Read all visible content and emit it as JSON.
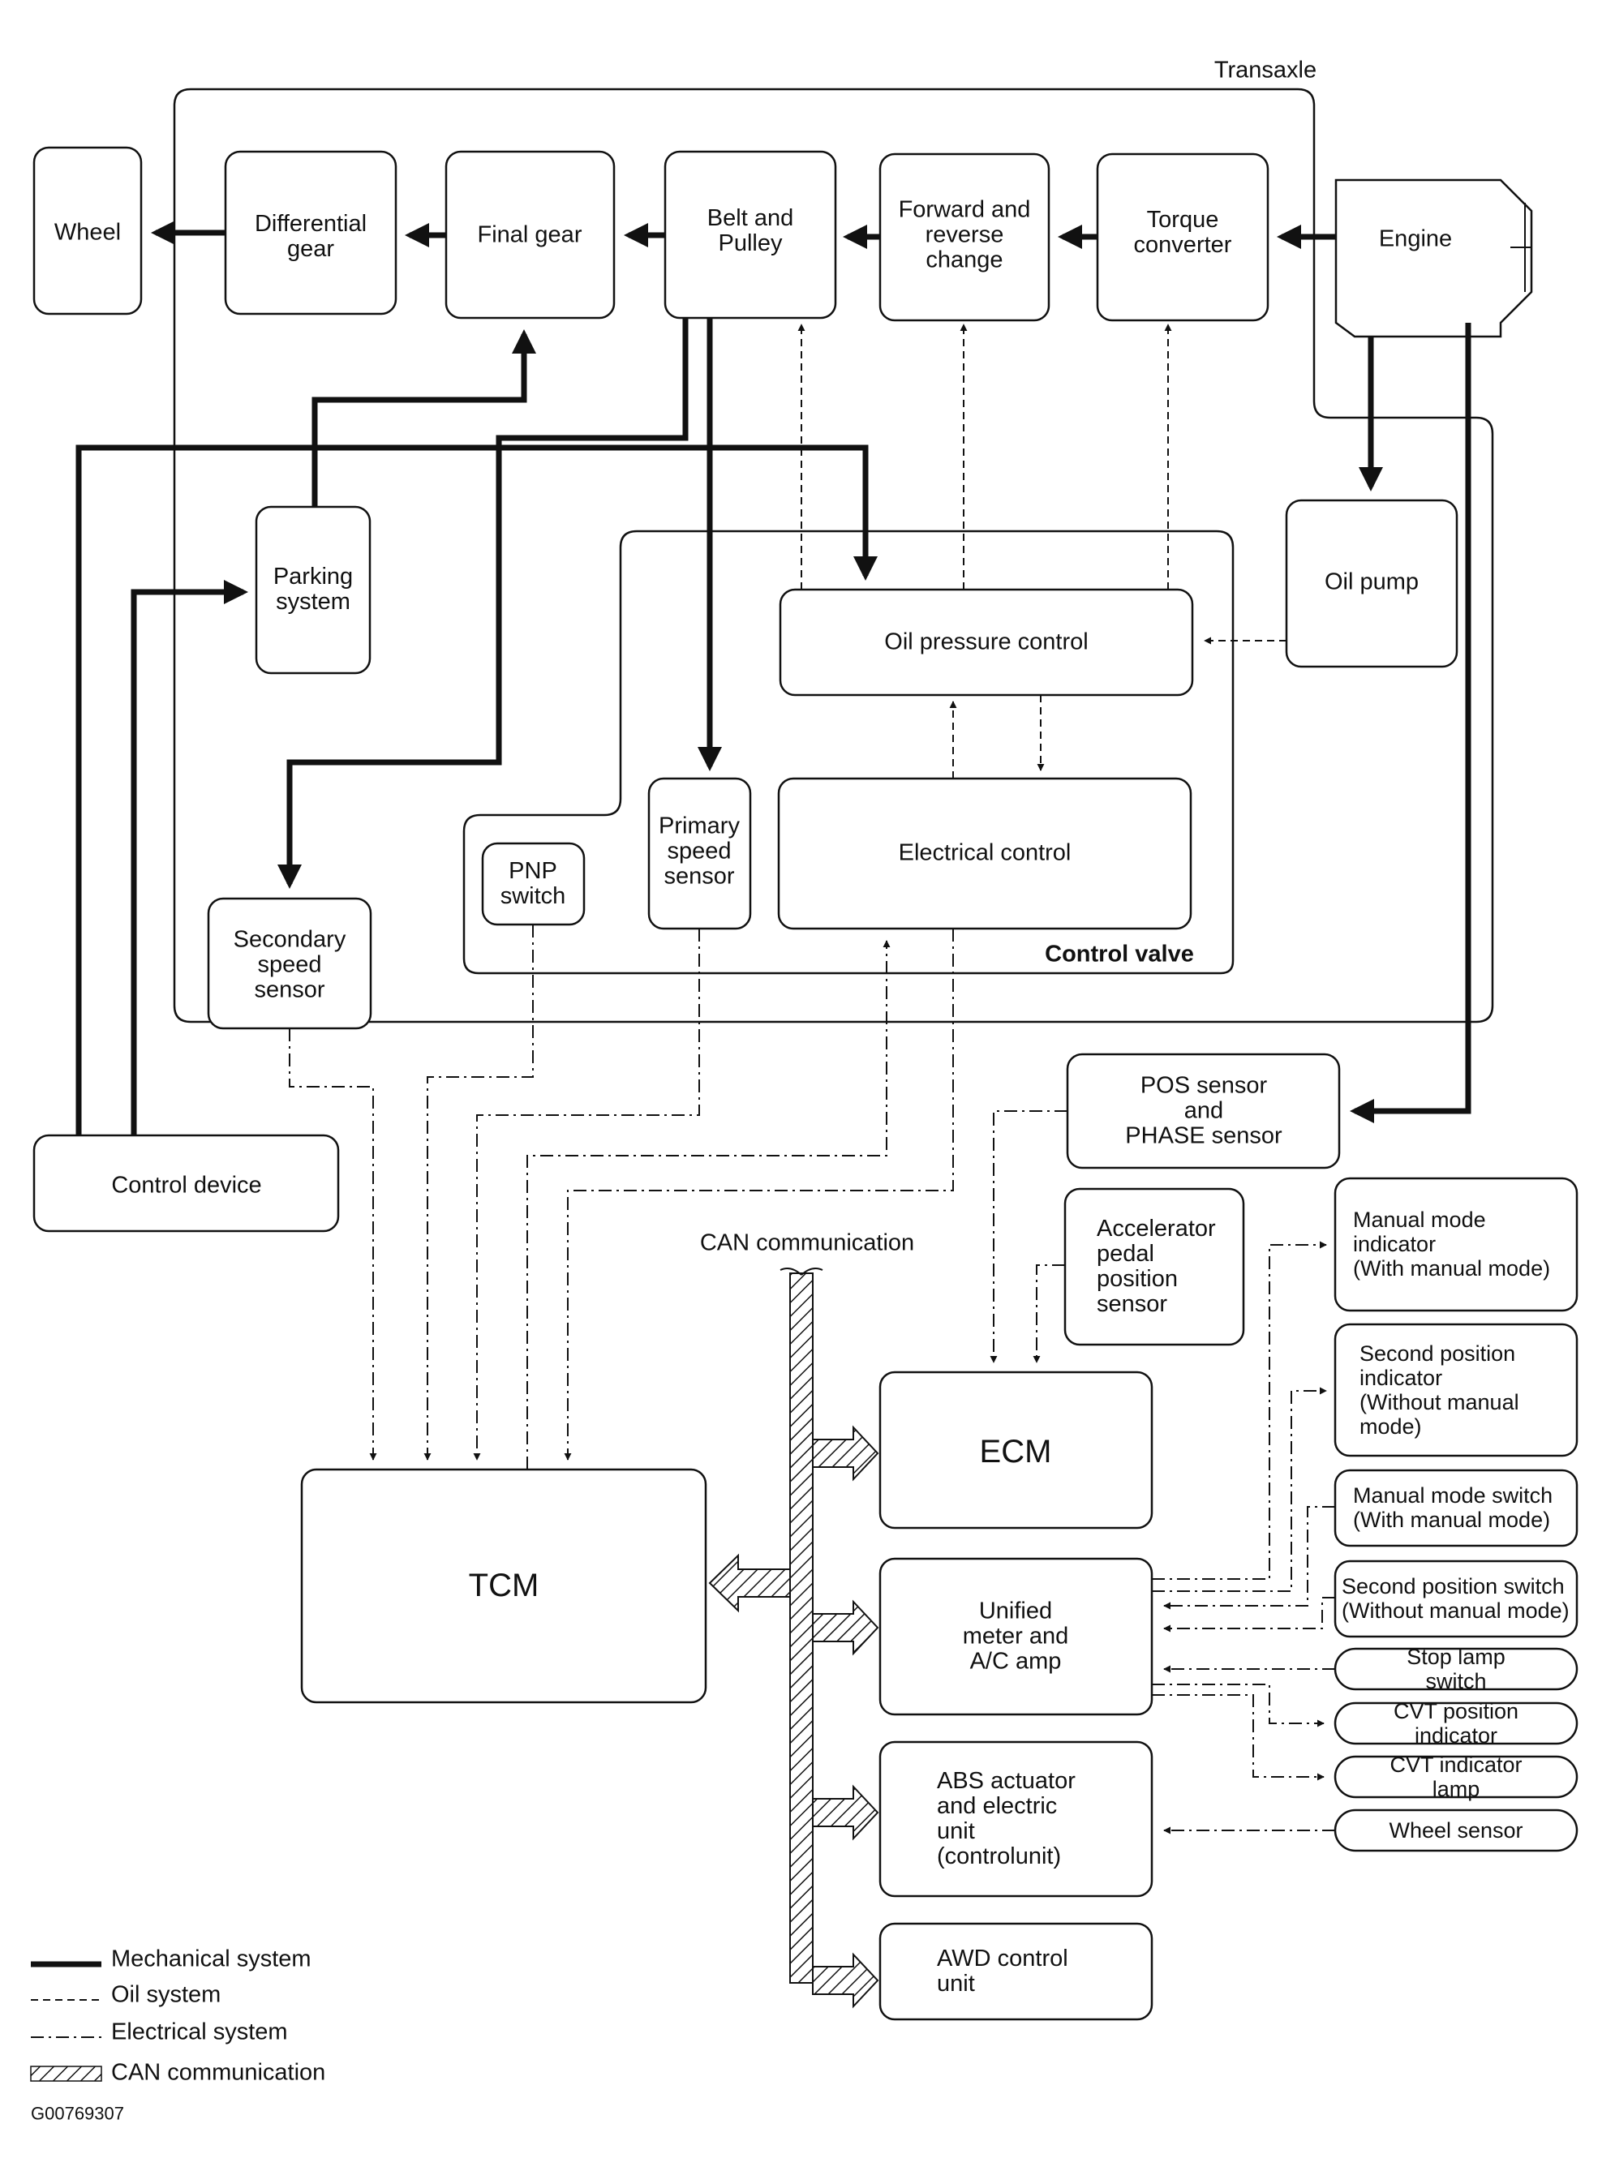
{
  "diagram": {
    "transaxle_label": "Transaxle",
    "control_valve_label": "Control valve",
    "can_label": "CAN communication",
    "figure_code": "G00769307",
    "nodes": {
      "wheel": "Wheel",
      "differential_gear": "Differential\ngear",
      "final_gear": "Final gear",
      "belt_pulley": "Belt and\nPulley",
      "forward_reverse": "Forward and\nreverse\nchange",
      "torque_converter": "Torque\nconverter",
      "engine": "Engine",
      "parking_system": "Parking\nsystem",
      "oil_pump": "Oil pump",
      "oil_pressure_control": "Oil pressure control",
      "electrical_control": "Electrical control",
      "primary_speed_sensor": "Primary\nspeed\nsensor",
      "pnp_switch": "PNP\nswitch",
      "secondary_speed_sensor": "Secondary\nspeed\nsensor",
      "control_device": "Control device",
      "pos_sensor": "POS sensor\nand\nPHASE sensor",
      "accelerator_sensor": "Accelerator\npedal\nposition\nsensor",
      "manual_mode_indicator": "Manual mode\nindicator\n(With manual mode)",
      "second_position_indicator": "Second position\nindicator\n(Without manual\nmode)",
      "manual_mode_switch": "Manual mode switch\n(With manual mode)",
      "second_position_switch": "Second position switch\n(Without manual mode)",
      "stop_lamp_switch": "Stop lamp switch",
      "cvt_position_indicator": "CVT position indicator",
      "cvt_indicator_lamp": "CVT indicator lamp",
      "wheel_sensor": "Wheel sensor",
      "ecm": "ECM",
      "tcm": "TCM",
      "unified_meter": "Unified\nmeter and\nA/C amp",
      "abs_actuator": "ABS actuator\nand electric\nunit\n(controlunit)",
      "awd_control_unit": "AWD control\nunit"
    },
    "legend": {
      "mechanical": "Mechanical system",
      "oil": "Oil system",
      "electrical": "Electrical system",
      "can": "CAN communication"
    }
  }
}
